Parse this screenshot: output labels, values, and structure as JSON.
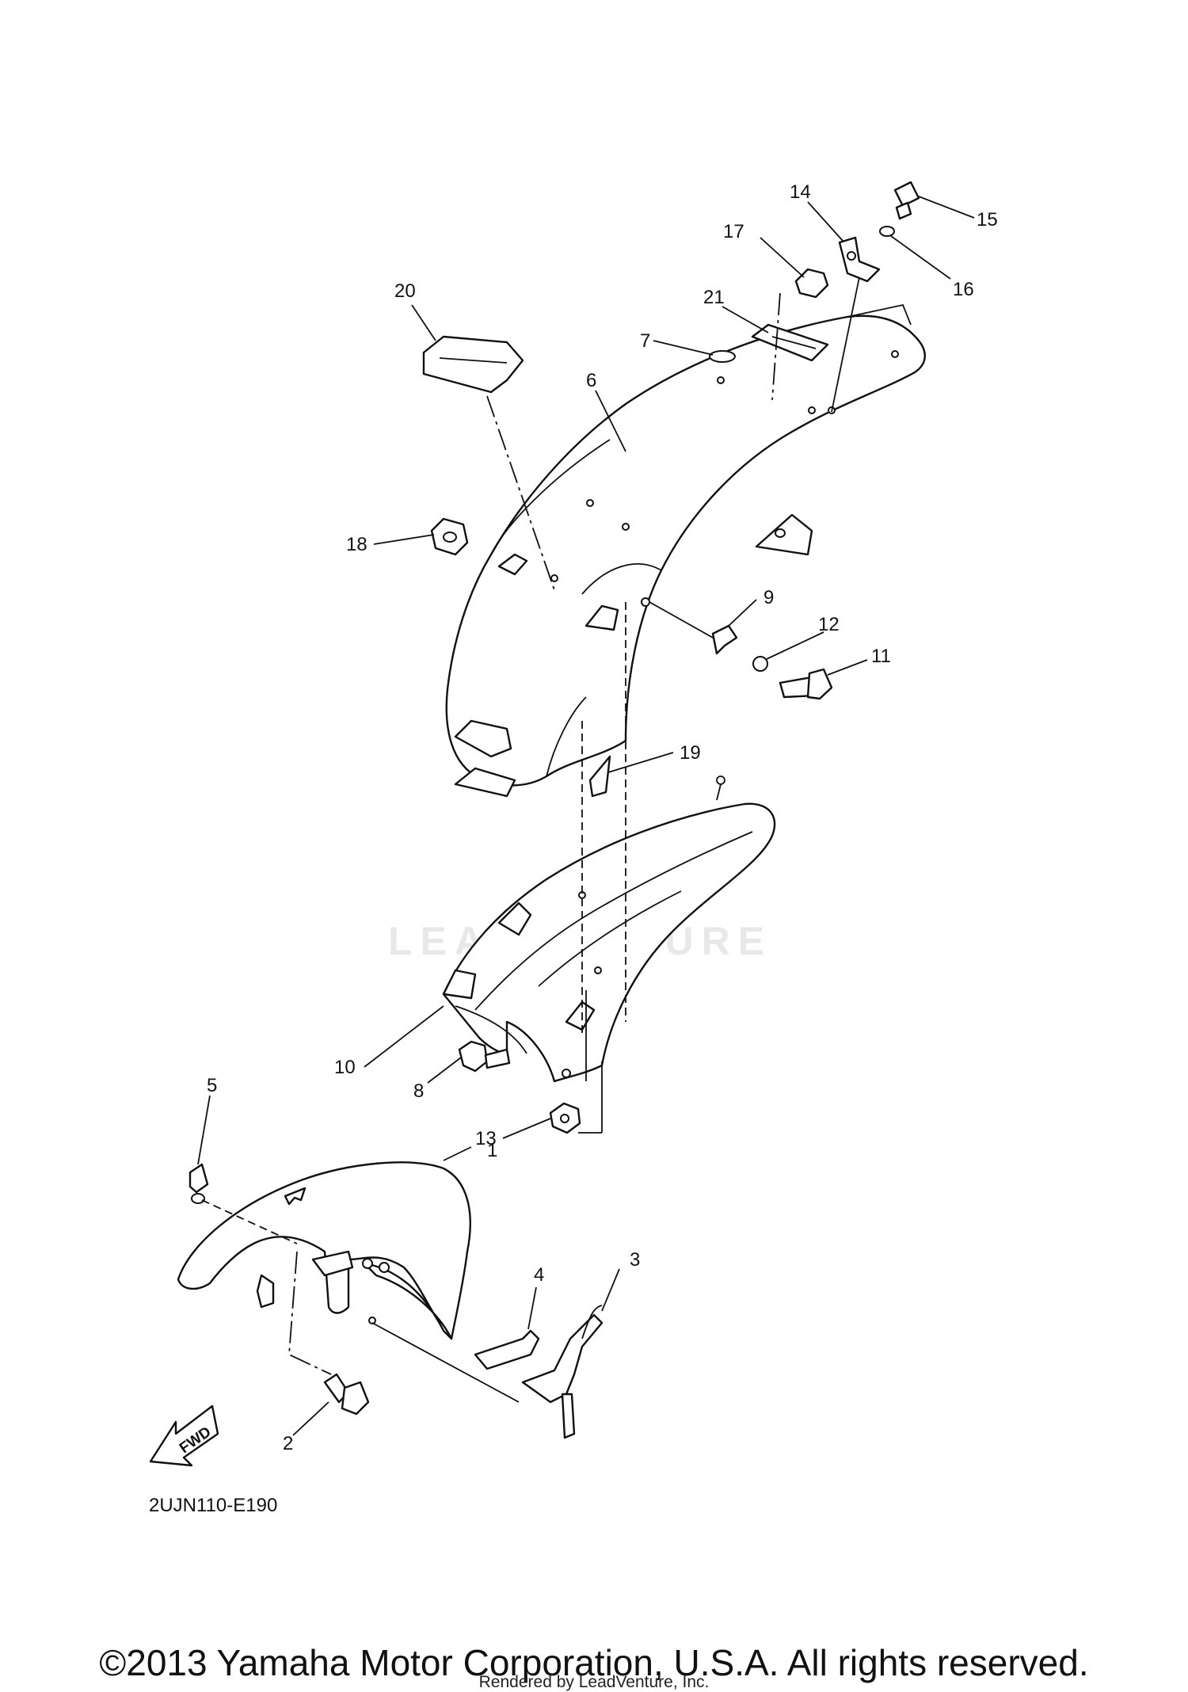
{
  "diagram": {
    "callouts": [
      "1",
      "2",
      "3",
      "4",
      "5",
      "6",
      "7",
      "8",
      "9",
      "10",
      "11",
      "12",
      "13",
      "14",
      "15",
      "16",
      "17",
      "18",
      "19",
      "20",
      "21"
    ],
    "diagram_code": "2UJN110-E190",
    "fwd_label": "FWD",
    "watermark": "LEADVENTURE"
  },
  "footer": {
    "copyright": "©2013 Yamaha Motor Corporation, U.S.A. All rights reserved.",
    "rendered_by": "Rendered by LeadVenture, Inc."
  }
}
